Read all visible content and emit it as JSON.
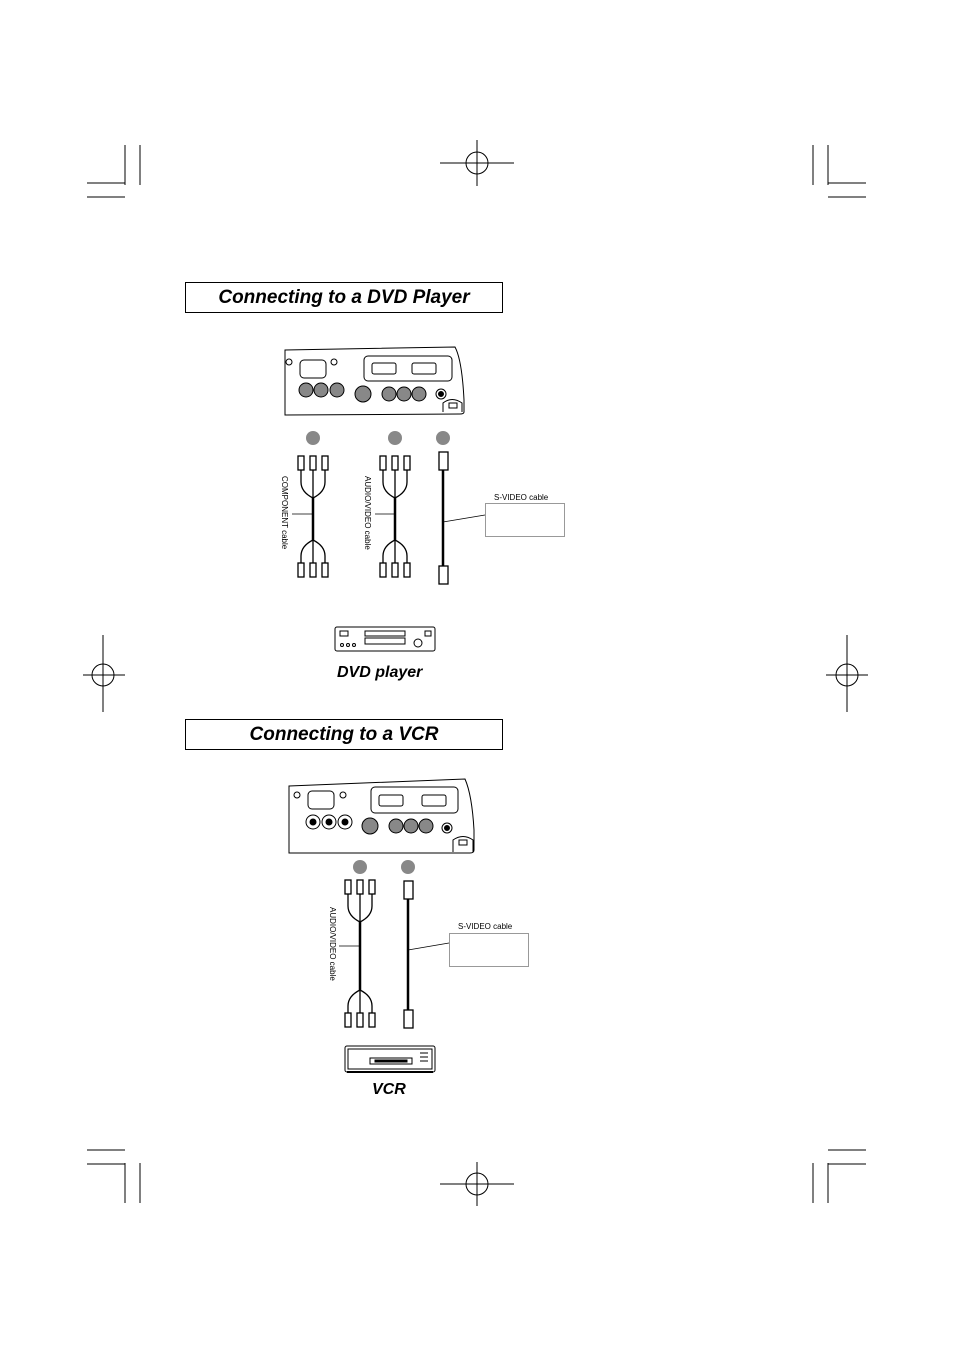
{
  "dvd_section": {
    "title": "Connecting to a DVD Player",
    "device_label": "DVD player",
    "component_cable_label": "COMPONENT cable",
    "av_cable_label": "AUDIO/VIDEO cable",
    "svideo_cable_label": "S-VIDEO cable"
  },
  "vcr_section": {
    "title": "Connecting to a VCR",
    "device_label": "VCR",
    "av_cable_label": "AUDIO/VIDEO cable",
    "svideo_cable_label": "S-VIDEO cable"
  }
}
